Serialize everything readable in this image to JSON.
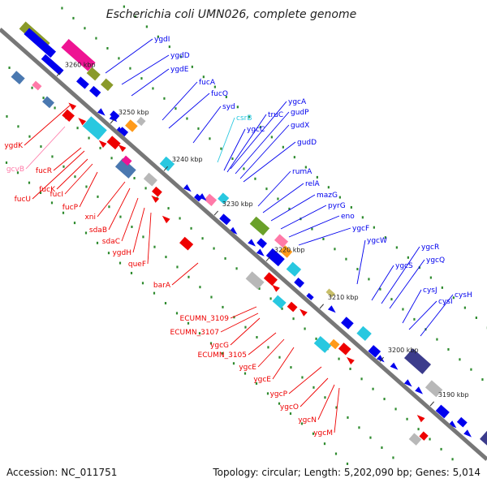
{
  "title": "Escherichia coli UMN026, complete genome",
  "footer": {
    "accession": "Accession: NC_011751",
    "stats": "Topology: circular; Length: 5,202,090 bp; Genes: 5,014"
  },
  "colors": {
    "backbone": "#777777",
    "tick_dot": "#2e8b2e",
    "forward_gene": "#0000ee",
    "reverse_gene": "#ee0000",
    "rna_gene": "#28c8e0",
    "pseudo_gene": "#ff7aa8"
  },
  "scale_ticks": [
    {
      "label": "3260 kbp"
    },
    {
      "label": "3250 kbp"
    },
    {
      "label": "3240 kbp"
    },
    {
      "label": "3230 kbp"
    },
    {
      "label": "3220 kbp"
    },
    {
      "label": "3210 kbp"
    },
    {
      "label": "3200 kbp"
    },
    {
      "label": "3190 kbp"
    }
  ],
  "forward_labels": [
    {
      "text": "ygdI",
      "color": "#0000ee"
    },
    {
      "text": "ygdD",
      "color": "#0000ee"
    },
    {
      "text": "ygdE",
      "color": "#0000ee"
    },
    {
      "text": "fucA",
      "color": "#0000ee"
    },
    {
      "text": "fucO",
      "color": "#0000ee"
    },
    {
      "text": "syd",
      "color": "#0000ee"
    },
    {
      "text": "csrB",
      "color": "#28c8e0"
    },
    {
      "text": "ygcC",
      "color": "#0000ee"
    },
    {
      "text": "truC",
      "color": "#0000ee"
    },
    {
      "text": "ygcA",
      "color": "#0000ee"
    },
    {
      "text": "gudP",
      "color": "#0000ee"
    },
    {
      "text": "gudX",
      "color": "#0000ee"
    },
    {
      "text": "gudD",
      "color": "#0000ee"
    },
    {
      "text": "rumA",
      "color": "#0000ee"
    },
    {
      "text": "relA",
      "color": "#0000ee"
    },
    {
      "text": "mazG",
      "color": "#0000ee"
    },
    {
      "text": "pyrG",
      "color": "#0000ee"
    },
    {
      "text": "eno",
      "color": "#0000ee"
    },
    {
      "text": "ygcF",
      "color": "#0000ee"
    },
    {
      "text": "ygcW",
      "color": "#0000ee"
    },
    {
      "text": "ygcS",
      "color": "#0000ee"
    },
    {
      "text": "ygcR",
      "color": "#0000ee"
    },
    {
      "text": "ygcQ",
      "color": "#0000ee"
    },
    {
      "text": "cysJ",
      "color": "#0000ee"
    },
    {
      "text": "cysI",
      "color": "#0000ee"
    },
    {
      "text": "cysH",
      "color": "#0000ee"
    }
  ],
  "reverse_labels": [
    {
      "text": "ygdK",
      "color": "#ee0000"
    },
    {
      "text": "gcvB",
      "color": "#ff7aa8"
    },
    {
      "text": "fucR",
      "color": "#ee0000"
    },
    {
      "text": "fucK",
      "color": "#ee0000"
    },
    {
      "text": "fucU",
      "color": "#ee0000"
    },
    {
      "text": "fucI",
      "color": "#ee0000"
    },
    {
      "text": "fucP",
      "color": "#ee0000"
    },
    {
      "text": "xni",
      "color": "#ee0000"
    },
    {
      "text": "sdaB",
      "color": "#ee0000"
    },
    {
      "text": "sdaC",
      "color": "#ee0000"
    },
    {
      "text": "ygdH",
      "color": "#ee0000"
    },
    {
      "text": "queF",
      "color": "#ee0000"
    },
    {
      "text": "barA",
      "color": "#ee0000"
    },
    {
      "text": "ECUMN_3109",
      "color": "#ee0000"
    },
    {
      "text": "ECUMN_3107",
      "color": "#ee0000"
    },
    {
      "text": "ygcG",
      "color": "#ee0000"
    },
    {
      "text": "ECUMN_3105",
      "color": "#ee0000"
    },
    {
      "text": "ygcE",
      "color": "#ee0000"
    },
    {
      "text": "ygcE",
      "color": "#ee0000"
    },
    {
      "text": "ygcP",
      "color": "#ee0000"
    },
    {
      "text": "ygcO",
      "color": "#ee0000"
    },
    {
      "text": "ygcN",
      "color": "#ee0000"
    },
    {
      "text": "ygcM",
      "color": "#ee0000"
    }
  ]
}
